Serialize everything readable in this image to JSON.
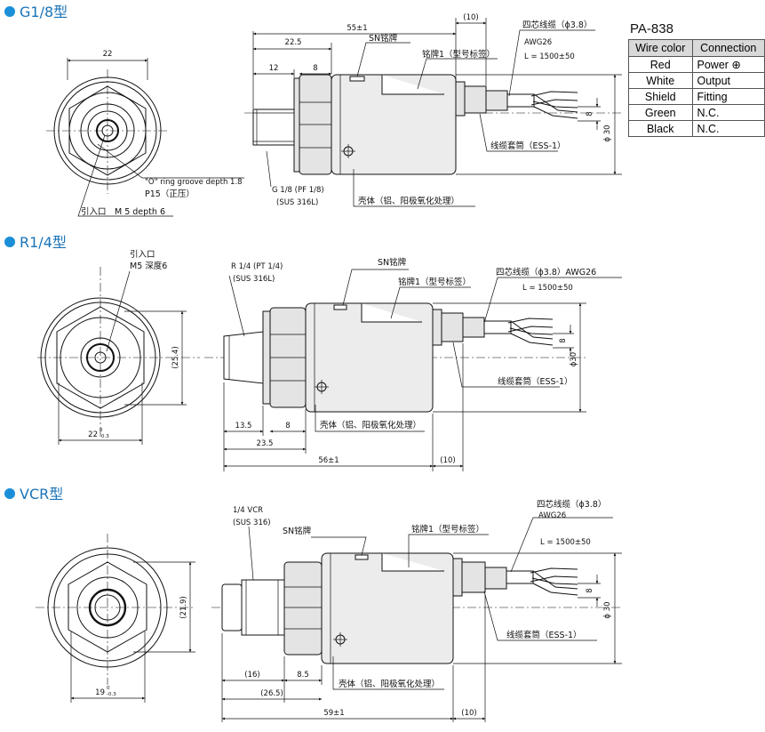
{
  "sections": [
    {
      "title": "G1/8型",
      "front": {
        "dim_width": "22",
        "oring": "\"O\" ring groove depth 1.8",
        "p15": "P15（正压）",
        "inlet": "引入口　M 5 depth 6"
      },
      "side": {
        "dim_total": "55±1",
        "dim_cable": "(10)",
        "dim_22_5": "22.5",
        "dim_12": "12",
        "dim_8": "8",
        "sn_plate": "SN铭牌",
        "nameplate": "铭牌1（型号标签）",
        "cable": "四芯线缆（ϕ3.8）",
        "awg": "AWG26",
        "length": "L = 1500±50",
        "sleeve": "线缆套筒（ESS-1）",
        "thread": "G 1/8 (PF 1/8)",
        "material": "(SUS 316L)",
        "housing": "壳体（铝、阳极氧化处理）",
        "dia": "ϕ 30",
        "dim_8v": "8"
      }
    },
    {
      "title": "R1/4型",
      "front": {
        "inlet_l1": "引入口",
        "inlet_l2": "M5 深度6",
        "dim_v": "(25.4)",
        "dim_w": "22",
        "tol_hi": "0",
        "tol_lo": "-0.3"
      },
      "side": {
        "thread": "R 1/4 (PT 1/4)",
        "material": "(SUS 316L)",
        "sn_plate": "SN铭牌",
        "nameplate": "铭牌1（型号标签）",
        "cable": "四芯线缆（ϕ3.8）AWG26",
        "length": "L = 1500±50",
        "sleeve": "线缆套筒（ESS-1）",
        "housing": "壳体（铝、阳极氧化处理）",
        "dim_13_5": "13.5",
        "dim_8": "8",
        "dim_23_5": "23.5",
        "dim_total": "56±1",
        "dim_cable": "(10)",
        "dia": "ϕ30",
        "dim_8v": "8"
      }
    },
    {
      "title": "VCR型",
      "front": {
        "dim_v": "(21.9)",
        "dim_w": "19",
        "tol_hi": "0",
        "tol_lo": "-0.3"
      },
      "side": {
        "thread": "1/4 VCR",
        "material": "(SUS 316)",
        "sn_plate": "SN铭牌",
        "nameplate": "铭牌1（型号标签）",
        "cable": "四芯线缆（ϕ3.8）",
        "awg": "AWG26",
        "length": "L = 1500±50",
        "sleeve": "线缆套筒（ESS-1）",
        "housing": "壳体（铝、阳极氧化处理）",
        "dim_16": "(16)",
        "dim_8_5": "8.5",
        "dim_26_5": "(26.5)",
        "dim_total": "59±1",
        "dim_cable": "(10)",
        "dia": "ϕ 30",
        "dim_8v": "8"
      }
    }
  ],
  "pa838": {
    "title": "PA-838",
    "headers": [
      "Wire color",
      "Connection"
    ],
    "rows": [
      {
        "color": "Red",
        "connection": "Power ⊕"
      },
      {
        "color": "White",
        "connection": "Output"
      },
      {
        "color": "Shield",
        "connection": "Fitting"
      },
      {
        "color": "Green",
        "connection": "N.C."
      },
      {
        "color": "Black",
        "connection": "N.C."
      }
    ]
  },
  "colors": {
    "accent": "#1a8fd8",
    "header_bg": "#d9d9d9"
  }
}
